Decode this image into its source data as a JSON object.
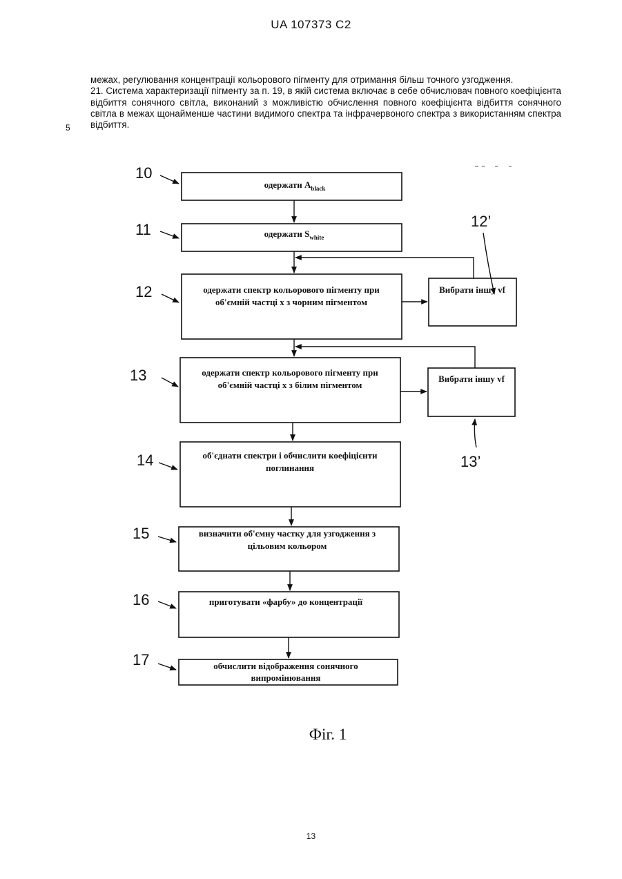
{
  "header": "UA   107373   C2",
  "paragraphs": [
    "межах, регулювання концентрації кольорового пігменту для отримання більш точного узгодження.",
    "21. Система характеризації пігменту за п. 19, в якій система включає в себе обчислювач повного коефіцієнта відбиття сонячного світла, виконаний з можливістю обчислення повного коефіцієнта відбиття сонячного світла в межах щонайменше частини видимого спектра та інфрачервоного спектра з використанням спектра відбиття."
  ],
  "line_number": "5",
  "flowchart": {
    "steps": [
      {
        "num": "10",
        "text": "одержати A",
        "sub": "black"
      },
      {
        "num": "11",
        "text": "одержати S",
        "sub": "white"
      },
      {
        "num": "12",
        "line1": "одержати спектр кольорового пігменту при",
        "line2": "об'ємній частці x з чорним пігментом"
      },
      {
        "num": "13",
        "line1": "одержати спектр кольорового пігменту при",
        "line2": "об'ємній частці x з білим пігментом"
      },
      {
        "num": "14",
        "line1": "об'єднати спектри і обчислити коефіцієнти",
        "line2": "поглинання"
      },
      {
        "num": "15",
        "line1": "визначити об'ємну частку для узгодження з",
        "line2": "цільовим кольором"
      },
      {
        "num": "16",
        "line1": "приготувати «фарбу» до концентрації"
      },
      {
        "num": "17",
        "line1": "обчислити відображення сонячного",
        "line2": "випромінювання"
      }
    ],
    "side_boxes": [
      {
        "num": "12’",
        "text": "Вибрати іншу vf"
      },
      {
        "num": "13’",
        "text": "Вибрати іншу vf"
      }
    ],
    "caption": "Фіг. 1"
  },
  "page_number": "13"
}
